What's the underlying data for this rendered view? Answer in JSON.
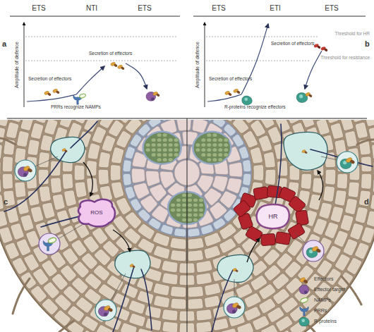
{
  "diagram": {
    "nodes": [
      {
        "text": [
          "ROS"
        ]
      },
      {
        "text": [
          "HR"
        ]
      }
    ],
    "labels": [
      "a",
      "ETS",
      "NTI",
      "ETS",
      "Amplitude of defence",
      "Secretion of effectors",
      "PRRs recognize NAMPs",
      "Secretion of effectors",
      "b",
      "ETS",
      "ETI",
      "ETS",
      "Amplitude of defence",
      "Threshold for HR",
      "Threshold for resistance",
      "Secretion of effectors",
      "Secretion of effectors",
      "R-proteins recognize effectors",
      "c",
      "d"
    ],
    "legend": [
      {
        "text": "Effectors"
      },
      {
        "text": "Effector target"
      },
      {
        "text": "NAMPs"
      },
      {
        "text": "PRRs"
      },
      {
        "text": "R proteins"
      }
    ]
  }
}
